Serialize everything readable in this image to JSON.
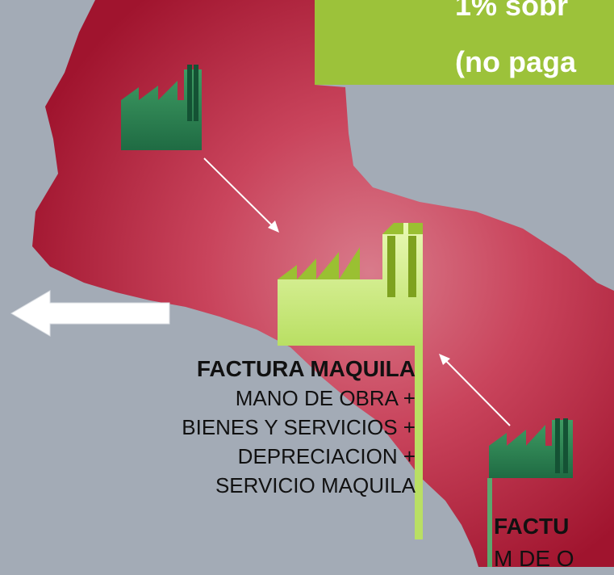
{
  "banner": {
    "line1": "1% sobr",
    "line2": "(no paga"
  },
  "factory_main": {
    "title": "FACTURA MAQUILA",
    "lines": [
      "MANO DE OBRA +",
      "BIENES Y SERVICIOS +",
      "DEPRECIACION +",
      "SERVICIO MAQUILA"
    ]
  },
  "factory_bottom": {
    "title": "FACTU",
    "line1": "M DE O"
  },
  "colors": {
    "background": "#a3abb6",
    "map_fill": "#b8263e",
    "banner": "#9cc23a",
    "factory_dark": "#2e8b57",
    "factory_light": "#d4ee88"
  },
  "icons": [
    "factory-icon",
    "arrow-left-icon"
  ]
}
